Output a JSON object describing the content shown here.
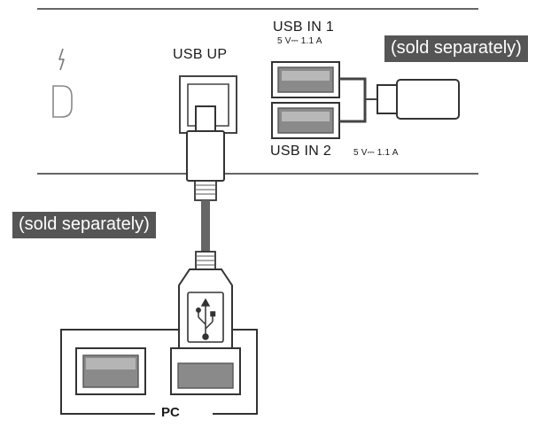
{
  "labels": {
    "usb_up": "USB UP",
    "usb_in_1": "USB IN 1",
    "usb_in_1_rating": "5 V⎓ 1.1 A",
    "usb_in_2": "USB IN 2",
    "usb_in_2_rating": "5 V⎓ 1.1 A",
    "pc": "PC"
  },
  "badges": {
    "top_right": "(sold separately)",
    "left": "(sold separately)"
  },
  "icons": {
    "thunderbolt": "thunderbolt-icon",
    "displayport": "displayport-icon",
    "usb_symbol": "usb-trident-icon"
  },
  "colors": {
    "badge_bg": "#555555",
    "badge_text": "#ffffff",
    "line": "#555555",
    "port_fill": "#8a8a8a"
  }
}
